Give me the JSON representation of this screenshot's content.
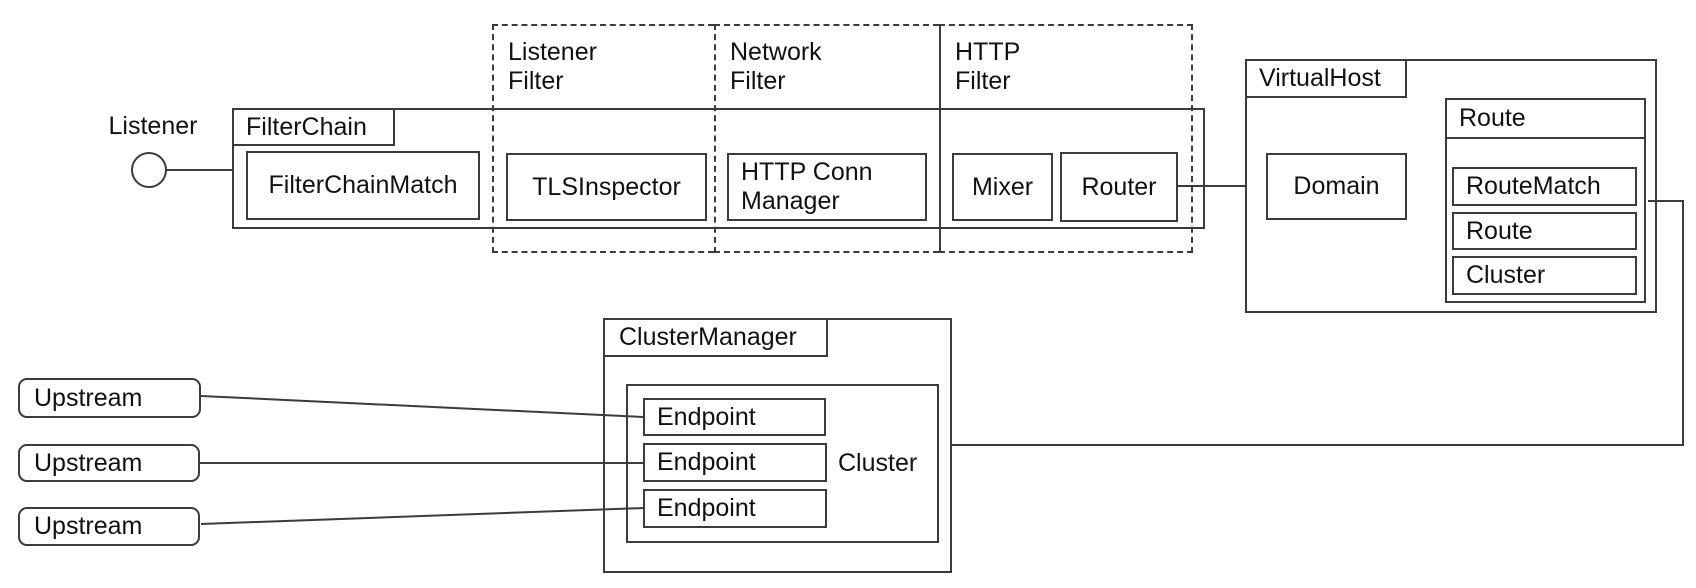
{
  "colors": {
    "stroke": "#3b3b3b",
    "text": "#111111",
    "background": "#ffffff"
  },
  "listener": {
    "label": "Listener"
  },
  "filter_chain": {
    "title": "FilterChain",
    "match_label": "FilterChainMatch"
  },
  "filter_groups": {
    "listener_filter": {
      "title": "Listener\nFilter",
      "item": "TLSInspector"
    },
    "network_filter": {
      "title": "Network\nFilter",
      "item": "HTTP Conn\nManager"
    },
    "http_filter": {
      "title": "HTTP\nFilter",
      "items": [
        "Mixer",
        "Router"
      ]
    }
  },
  "virtual_host": {
    "title": "VirtualHost",
    "domain_label": "Domain",
    "route": {
      "title": "Route",
      "rows": [
        "RouteMatch",
        "Route",
        "Cluster"
      ]
    }
  },
  "cluster_manager": {
    "title": "ClusterManager",
    "cluster_label": "Cluster",
    "endpoints": [
      "Endpoint",
      "Endpoint",
      "Endpoint"
    ]
  },
  "upstreams": [
    "Upstream",
    "Upstream",
    "Upstream"
  ]
}
